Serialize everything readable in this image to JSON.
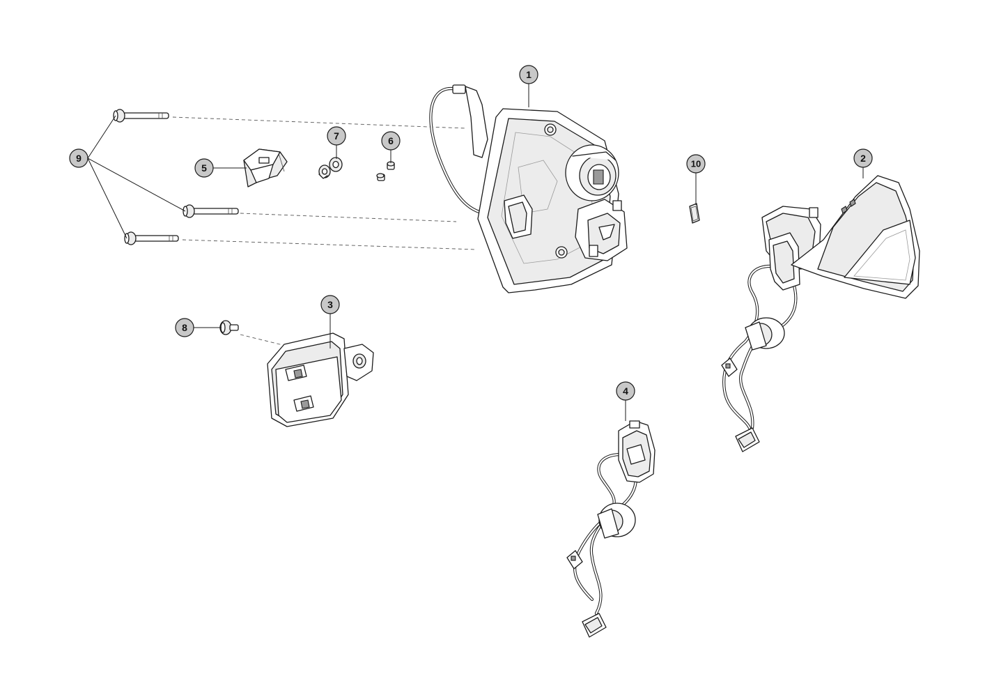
{
  "callouts": {
    "c1": "1",
    "c2": "2",
    "c3": "3",
    "c4": "4",
    "c5": "5",
    "c6": "6",
    "c7": "7",
    "c8": "8",
    "c9": "9",
    "c10": "10"
  },
  "colors": {
    "callout_fill": "#c8c8c8",
    "line": "#1a1a1a",
    "background": "#ffffff"
  }
}
